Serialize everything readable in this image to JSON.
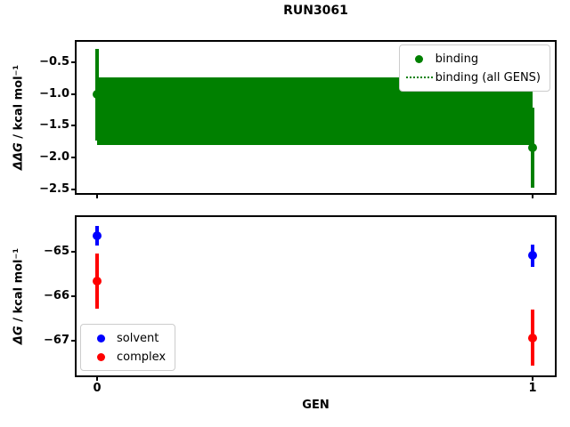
{
  "figure": {
    "title": "RUN3061",
    "xlabel": "GEN",
    "background": "#ffffff"
  },
  "colors": {
    "binding": "#008000",
    "solvent": "#0000ff",
    "complex": "#ff0000",
    "axis": "#000000",
    "legend_border": "#cccccc"
  },
  "chart_data": [
    {
      "type": "scatter",
      "title": "RUN3061",
      "ylabel_math": "ΔΔG",
      "ylabel_rest": " / kcal mol⁻¹",
      "xlim": [
        -0.047,
        1.051
      ],
      "ylim": [
        -2.56,
        -0.18
      ],
      "grid": false,
      "yticks": [
        {
          "v": -0.5,
          "label": "−0.5"
        },
        {
          "v": -1.0,
          "label": "−1.0"
        },
        {
          "v": -1.5,
          "label": "−1.5"
        },
        {
          "v": -2.0,
          "label": "−2.0"
        },
        {
          "v": -2.5,
          "label": "−2.5"
        }
      ],
      "xticks": [
        {
          "v": 0,
          "label": ""
        },
        {
          "v": 1,
          "label": ""
        }
      ],
      "series": [
        {
          "name": "binding",
          "color": "#008000",
          "x": [
            0,
            1
          ],
          "y": [
            -1.0,
            -1.85
          ],
          "yerr_low": [
            -1.73,
            -2.48
          ],
          "yerr_high": [
            -0.29,
            -1.22
          ]
        }
      ],
      "band": {
        "name": "binding (all GENS)",
        "color": "#008000",
        "x_range": [
          0,
          1
        ],
        "y_top": -0.74,
        "y_bottom": -1.8
      },
      "legend": {
        "position": "upper right",
        "entries": [
          {
            "label": "binding",
            "marker": "dot",
            "color": "#008000"
          },
          {
            "label": "binding (all GENS)",
            "marker": "dotted-line",
            "color": "#008000"
          }
        ]
      }
    },
    {
      "type": "scatter",
      "ylabel_math": "ΔG",
      "ylabel_rest": " / kcal mol⁻¹",
      "xlabel": "GEN",
      "xlim": [
        -0.047,
        1.051
      ],
      "ylim": [
        -67.79,
        -64.23
      ],
      "grid": false,
      "yticks": [
        {
          "v": -65,
          "label": "−65"
        },
        {
          "v": -66,
          "label": "−66"
        },
        {
          "v": -67,
          "label": "−67"
        }
      ],
      "xticks": [
        {
          "v": 0,
          "label": "0"
        },
        {
          "v": 1,
          "label": "1"
        }
      ],
      "series": [
        {
          "name": "solvent",
          "color": "#0000ff",
          "x": [
            0,
            1
          ],
          "y": [
            -64.64,
            -65.08
          ],
          "yerr_low": [
            -64.87,
            -65.35
          ],
          "yerr_high": [
            -64.42,
            -64.84
          ]
        },
        {
          "name": "complex",
          "color": "#ff0000",
          "x": [
            0,
            1
          ],
          "y": [
            -65.66,
            -66.95
          ],
          "yerr_low": [
            -66.28,
            -67.56
          ],
          "yerr_high": [
            -65.05,
            -66.31
          ]
        }
      ],
      "legend": {
        "position": "lower left",
        "entries": [
          {
            "label": "solvent",
            "marker": "dot",
            "color": "#0000ff"
          },
          {
            "label": "complex",
            "marker": "dot",
            "color": "#ff0000"
          }
        ]
      }
    }
  ]
}
